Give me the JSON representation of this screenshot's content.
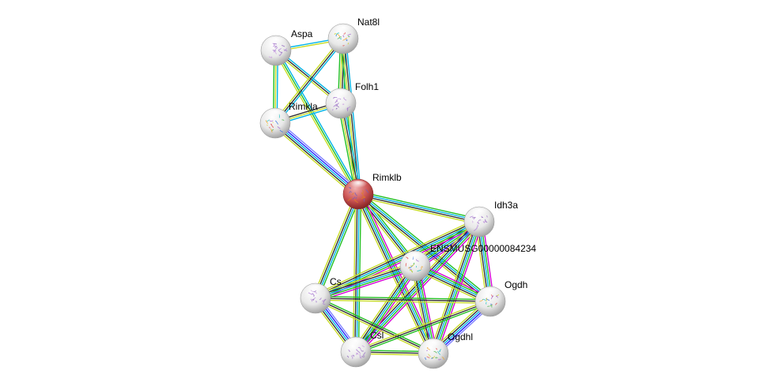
{
  "network": {
    "type": "protein-interaction-network",
    "nodes": [
      {
        "id": "Aspa",
        "label": "Aspa",
        "color": "#e6e6e6",
        "query": false
      },
      {
        "id": "Nat8l",
        "label": "Nat8l",
        "color": "#e6e6e6",
        "query": false
      },
      {
        "id": "Folh1",
        "label": "Folh1",
        "color": "#e6e6e6",
        "query": false
      },
      {
        "id": "Rimkla",
        "label": "Rimkla",
        "color": "#e6e6e6",
        "query": false
      },
      {
        "id": "Rimklb",
        "label": "Rimklb",
        "color": "#cc4444",
        "query": true
      },
      {
        "id": "Idh3a",
        "label": "Idh3a",
        "color": "#e6e6e6",
        "query": false
      },
      {
        "id": "ENSMUSG00000084234",
        "label": "ENSMUSG00000084234",
        "color": "#e6e6e6",
        "query": false
      },
      {
        "id": "Cs",
        "label": "Cs",
        "color": "#e6e6e6",
        "query": false
      },
      {
        "id": "Ogdh",
        "label": "Ogdh",
        "color": "#e6e6e6",
        "query": false
      },
      {
        "id": "Csl",
        "label": "Csl",
        "color": "#e6e6e6",
        "query": false
      },
      {
        "id": "Ogdhl",
        "label": "Ogdhl",
        "color": "#e6e6e6",
        "query": false
      }
    ],
    "evidence_colors": {
      "textmining": "#c8dc28",
      "coexpression": "#333333",
      "database": "#00b4e6",
      "experiments": "#d600d6",
      "neighborhood": "#22c022",
      "fusion": "#2222ff",
      "cooccurrence": "#8080ff"
    },
    "edges": [
      {
        "a": "Aspa",
        "b": "Nat8l",
        "evidence": [
          "database",
          "textmining"
        ]
      },
      {
        "a": "Aspa",
        "b": "Folh1",
        "evidence": [
          "database",
          "coexpression",
          "textmining"
        ]
      },
      {
        "a": "Aspa",
        "b": "Rimkla",
        "evidence": [
          "database",
          "textmining",
          "neighborhood"
        ]
      },
      {
        "a": "Aspa",
        "b": "Rimklb",
        "evidence": [
          "database",
          "neighborhood",
          "textmining"
        ]
      },
      {
        "a": "Nat8l",
        "b": "Folh1",
        "evidence": [
          "database",
          "coexpression",
          "textmining",
          "neighborhood"
        ]
      },
      {
        "a": "Nat8l",
        "b": "Rimkla",
        "evidence": [
          "database",
          "coexpression",
          "textmining"
        ]
      },
      {
        "a": "Nat8l",
        "b": "Rimklb",
        "evidence": [
          "database",
          "coexpression",
          "textmining",
          "neighborhood"
        ]
      },
      {
        "a": "Folh1",
        "b": "Rimkla",
        "evidence": [
          "database",
          "textmining",
          "coexpression"
        ]
      },
      {
        "a": "Folh1",
        "b": "Rimklb",
        "evidence": [
          "database",
          "coexpression",
          "textmining",
          "neighborhood"
        ]
      },
      {
        "a": "Rimkla",
        "b": "Rimklb",
        "evidence": [
          "cooccurrence",
          "fusion",
          "database",
          "coexpression",
          "textmining"
        ]
      },
      {
        "a": "Rimklb",
        "b": "Idh3a",
        "evidence": [
          "neighborhood",
          "database",
          "coexpression",
          "textmining"
        ]
      },
      {
        "a": "Rimklb",
        "b": "ENSMUSG00000084234",
        "evidence": [
          "neighborhood",
          "database",
          "coexpression",
          "textmining"
        ]
      },
      {
        "a": "Rimklb",
        "b": "Cs",
        "evidence": [
          "neighborhood",
          "database",
          "coexpression",
          "textmining"
        ]
      },
      {
        "a": "Rimklb",
        "b": "Ogdh",
        "evidence": [
          "neighborhood",
          "database",
          "coexpression",
          "textmining"
        ]
      },
      {
        "a": "Rimklb",
        "b": "Csl",
        "evidence": [
          "neighborhood",
          "database",
          "coexpression",
          "textmining"
        ]
      },
      {
        "a": "Rimklb",
        "b": "Ogdhl",
        "evidence": [
          "experiments",
          "neighborhood",
          "database",
          "coexpression",
          "textmining"
        ]
      },
      {
        "a": "Idh3a",
        "b": "ENSMUSG00000084234",
        "evidence": [
          "experiments",
          "fusion",
          "neighborhood",
          "database",
          "coexpression",
          "textmining"
        ]
      },
      {
        "a": "Idh3a",
        "b": "Cs",
        "evidence": [
          "experiments",
          "neighborhood",
          "database",
          "coexpression",
          "textmining"
        ]
      },
      {
        "a": "Idh3a",
        "b": "Ogdh",
        "evidence": [
          "experiments",
          "neighborhood",
          "database",
          "coexpression",
          "textmining"
        ]
      },
      {
        "a": "Idh3a",
        "b": "Csl",
        "evidence": [
          "experiments",
          "neighborhood",
          "database",
          "coexpression",
          "textmining"
        ]
      },
      {
        "a": "Idh3a",
        "b": "Ogdhl",
        "evidence": [
          "experiments",
          "neighborhood",
          "database",
          "coexpression",
          "textmining"
        ]
      },
      {
        "a": "ENSMUSG00000084234",
        "b": "Cs",
        "evidence": [
          "experiments",
          "neighborhood",
          "database",
          "coexpression",
          "textmining"
        ]
      },
      {
        "a": "ENSMUSG00000084234",
        "b": "Ogdh",
        "evidence": [
          "experiments",
          "neighborhood",
          "database",
          "coexpression",
          "textmining"
        ]
      },
      {
        "a": "ENSMUSG00000084234",
        "b": "Csl",
        "evidence": [
          "experiments",
          "neighborhood",
          "database",
          "coexpression",
          "textmining"
        ]
      },
      {
        "a": "ENSMUSG00000084234",
        "b": "Ogdhl",
        "evidence": [
          "experiments",
          "neighborhood",
          "database",
          "coexpression",
          "textmining"
        ]
      },
      {
        "a": "Cs",
        "b": "Ogdh",
        "evidence": [
          "neighborhood",
          "coexpression",
          "textmining"
        ]
      },
      {
        "a": "Cs",
        "b": "Csl",
        "evidence": [
          "cooccurrence",
          "fusion",
          "database",
          "coexpression",
          "textmining"
        ]
      },
      {
        "a": "Cs",
        "b": "Ogdhl",
        "evidence": [
          "neighborhood",
          "coexpression",
          "textmining"
        ]
      },
      {
        "a": "Ogdh",
        "b": "Csl",
        "evidence": [
          "neighborhood",
          "coexpression",
          "textmining"
        ]
      },
      {
        "a": "Ogdh",
        "b": "Ogdhl",
        "evidence": [
          "cooccurrence",
          "fusion",
          "database",
          "coexpression",
          "textmining"
        ]
      },
      {
        "a": "Csl",
        "b": "Ogdhl",
        "evidence": [
          "neighborhood",
          "coexpression",
          "textmining"
        ]
      }
    ]
  }
}
